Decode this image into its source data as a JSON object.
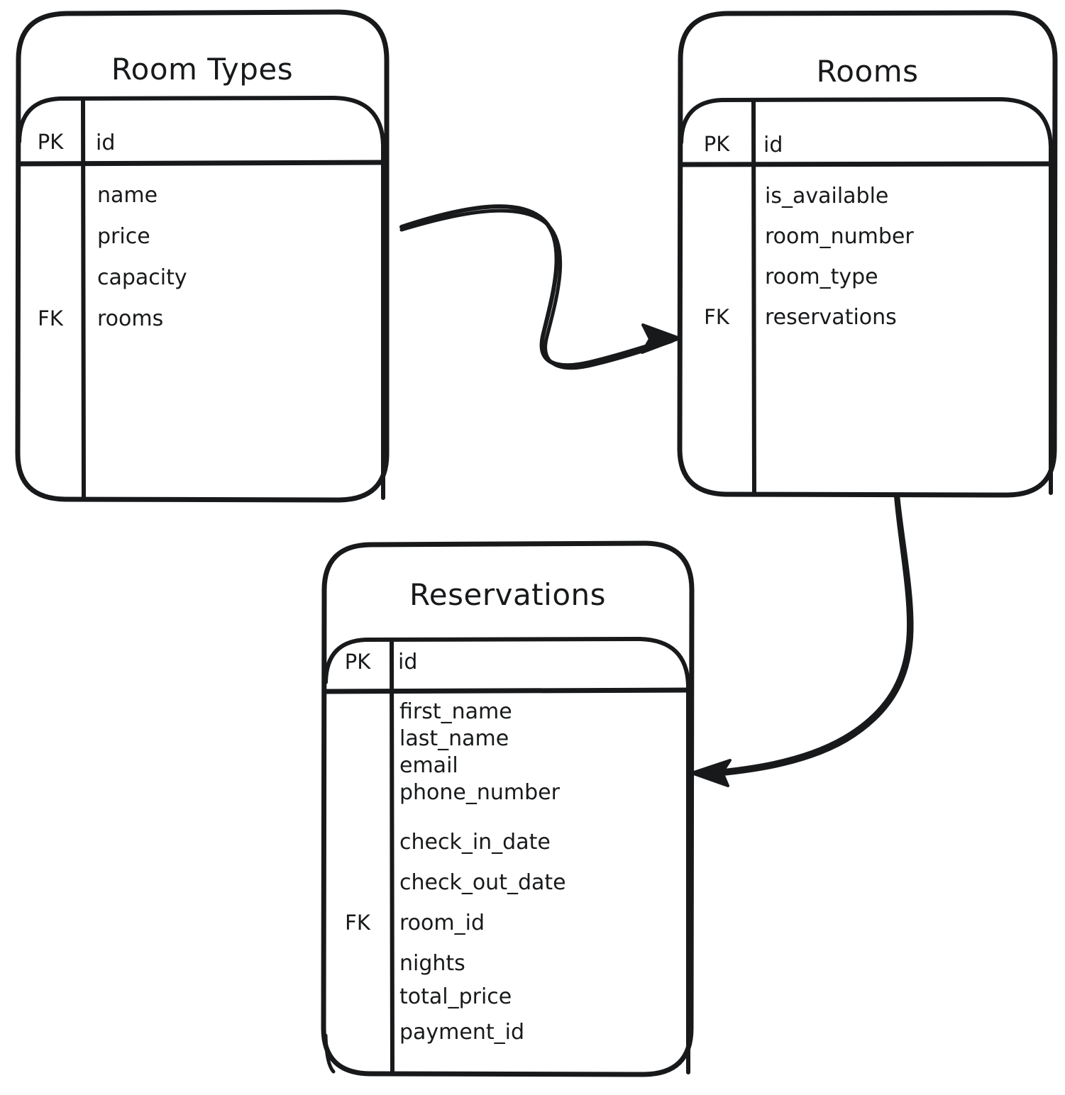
{
  "diagram": {
    "kind": "entity-relationship-diagram",
    "style": "hand-drawn-sketch",
    "stroke_color": "#17191b",
    "background_color": "#ffffff",
    "entities": [
      {
        "name": "Room Types",
        "primary_key": {
          "key_label": "PK",
          "field": "id"
        },
        "foreign_key_label": "FK",
        "fields": [
          "name",
          "price",
          "capacity",
          "rooms"
        ],
        "foreign_key_field": "rooms"
      },
      {
        "name": "Rooms",
        "primary_key": {
          "key_label": "PK",
          "field": "id"
        },
        "foreign_key_label": "FK",
        "fields": [
          "is_available",
          "room_number",
          "room_type",
          "reservations"
        ],
        "foreign_key_field": "reservations"
      },
      {
        "name": "Reservations",
        "primary_key": {
          "key_label": "PK",
          "field": "id"
        },
        "foreign_key_label": "FK",
        "fields": [
          "first_name",
          "last_name",
          "email",
          "phone_number",
          "check_in_date",
          "check_out_date",
          "room_id",
          "nights",
          "total_price",
          "payment_id"
        ],
        "foreign_key_field": "room_id"
      }
    ],
    "relationships": [
      {
        "from": "Room Types",
        "to": "Rooms",
        "arrow": "single-ended"
      },
      {
        "from": "Rooms",
        "to": "Reservations",
        "arrow": "single-ended"
      }
    ]
  }
}
